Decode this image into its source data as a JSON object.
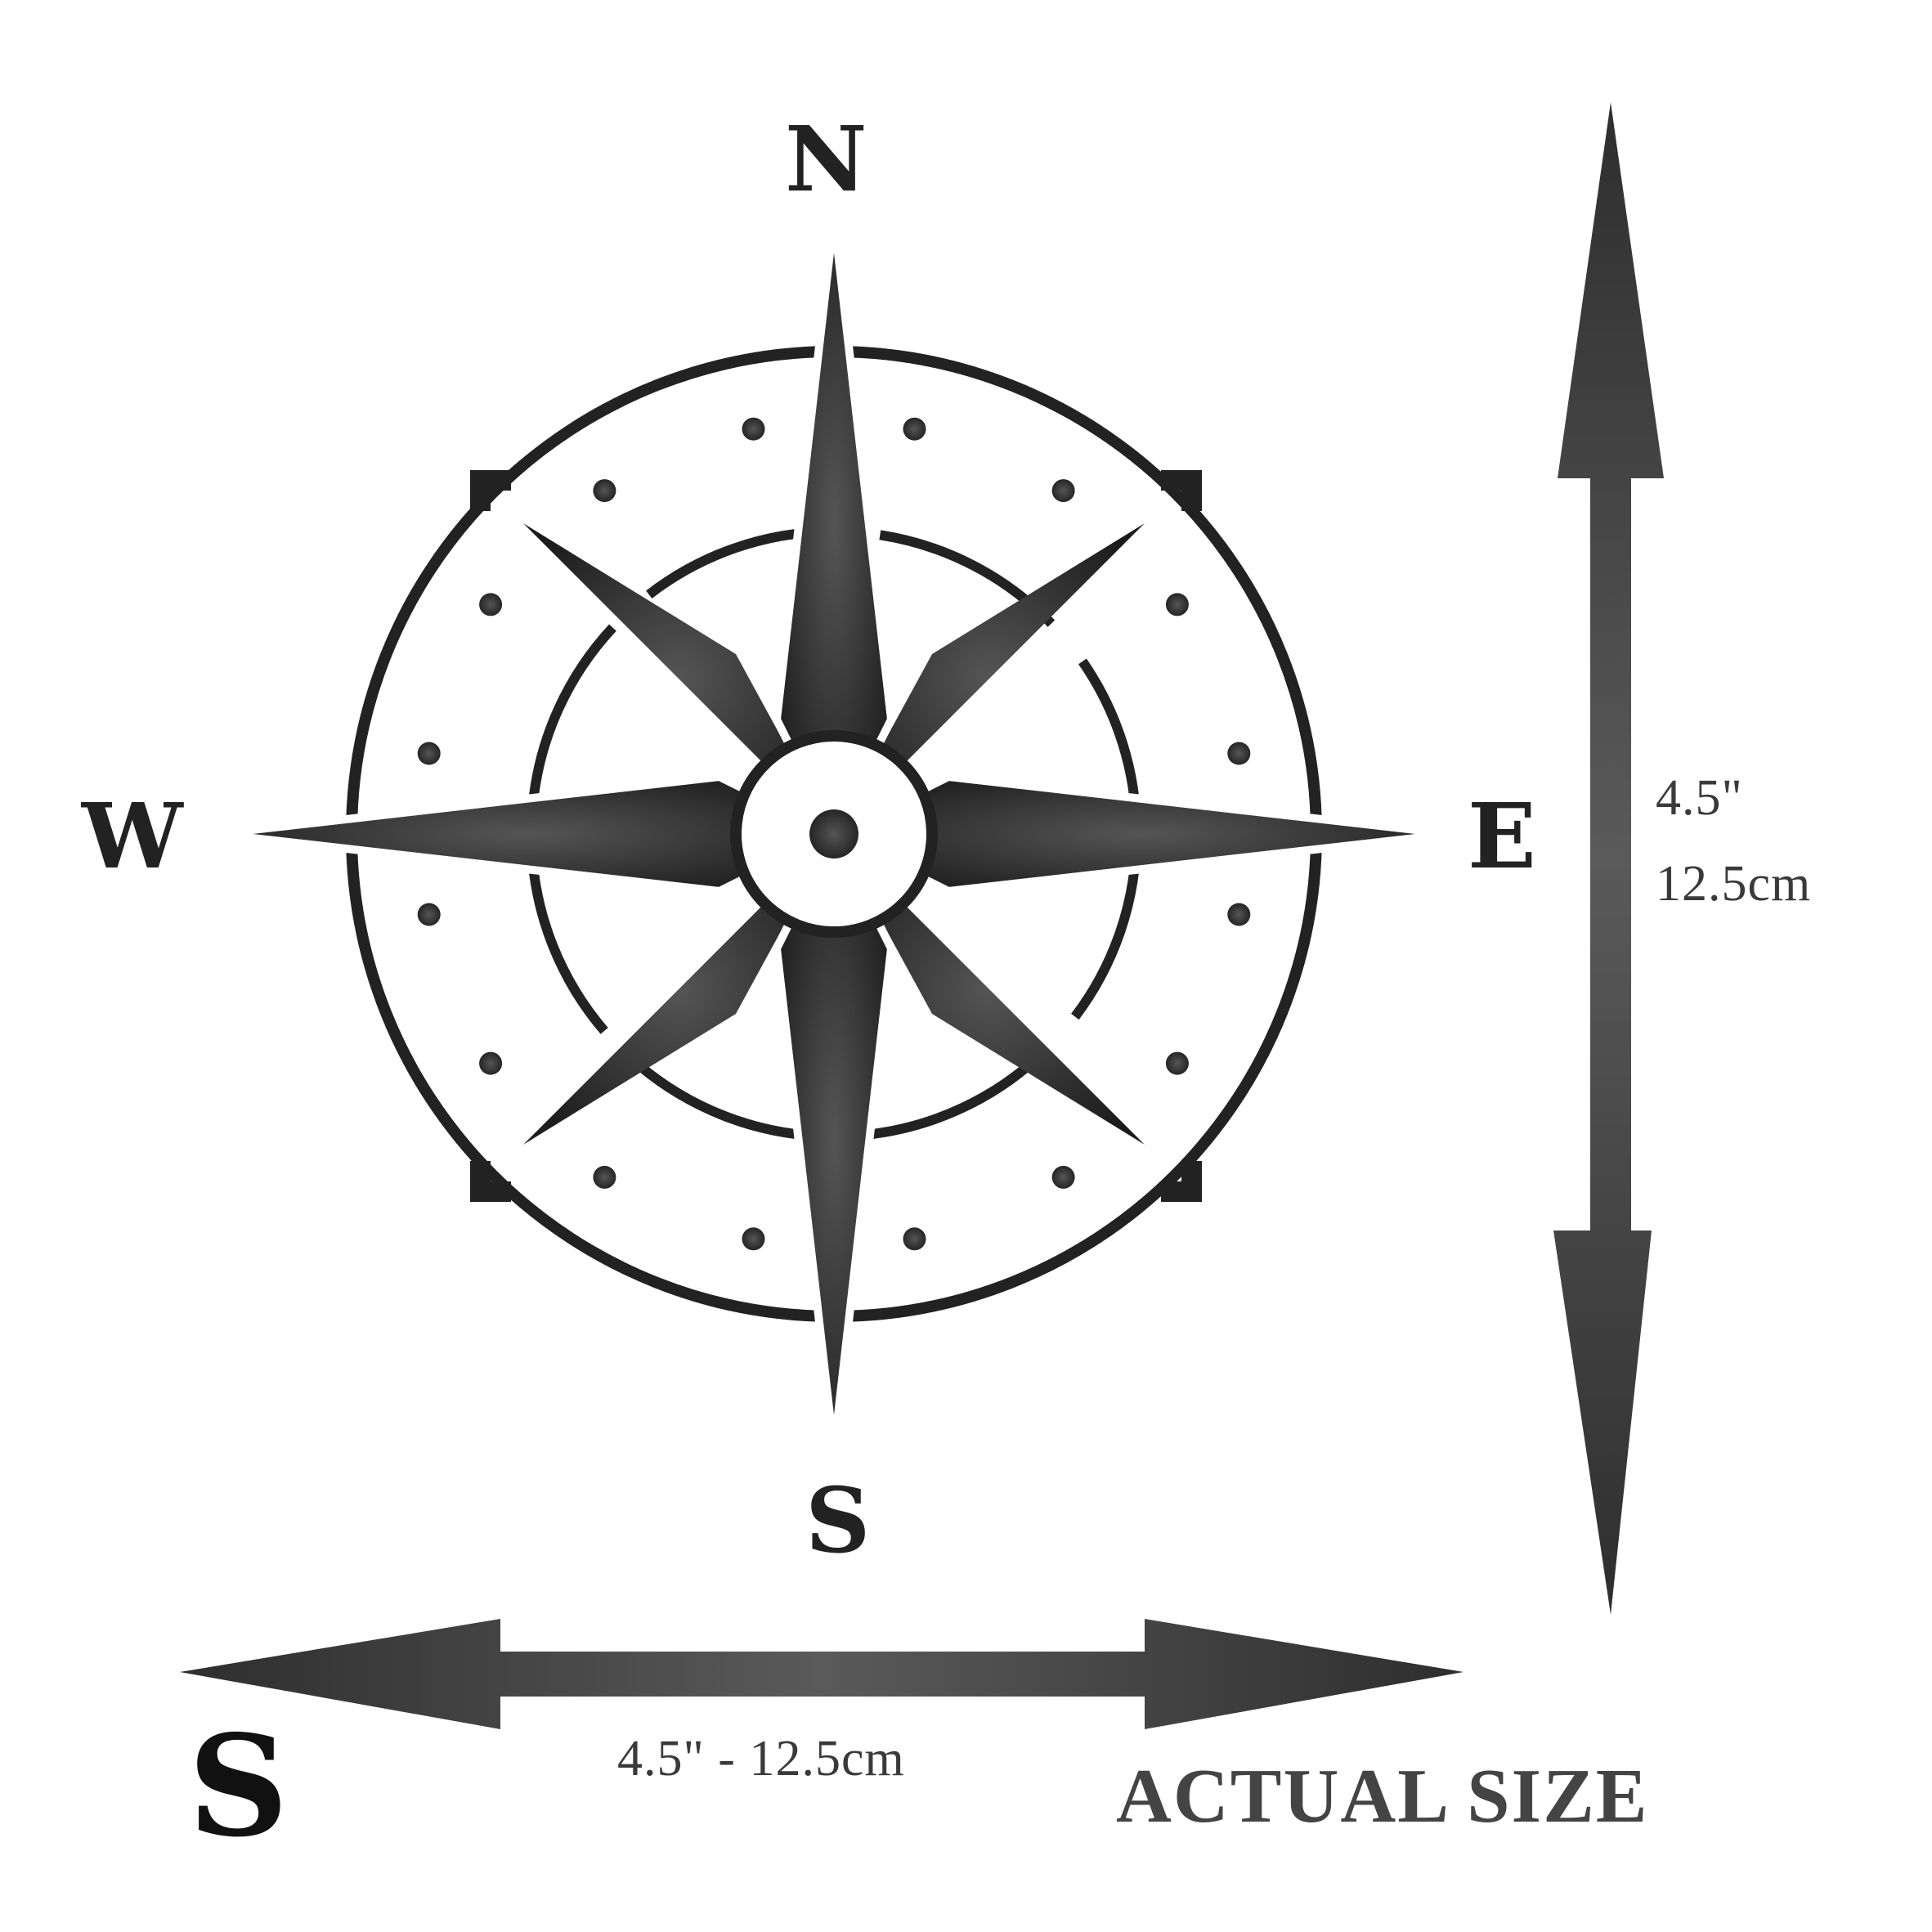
{
  "compass": {
    "north_label": "N",
    "east_label": "E",
    "south_label": "S",
    "west_label": "W"
  },
  "dimensions": {
    "vertical_inches": "4.5\"",
    "vertical_cm": "12.5cm",
    "horizontal": "4.5\" - 12.5cm"
  },
  "size_code": "S",
  "size_caption": "ACTUAL SIZE",
  "colors": {
    "ink": "#222222",
    "arrow_light": "#5a5a5a",
    "arrow_dark": "#2e2e2e",
    "background": "#ffffff"
  }
}
